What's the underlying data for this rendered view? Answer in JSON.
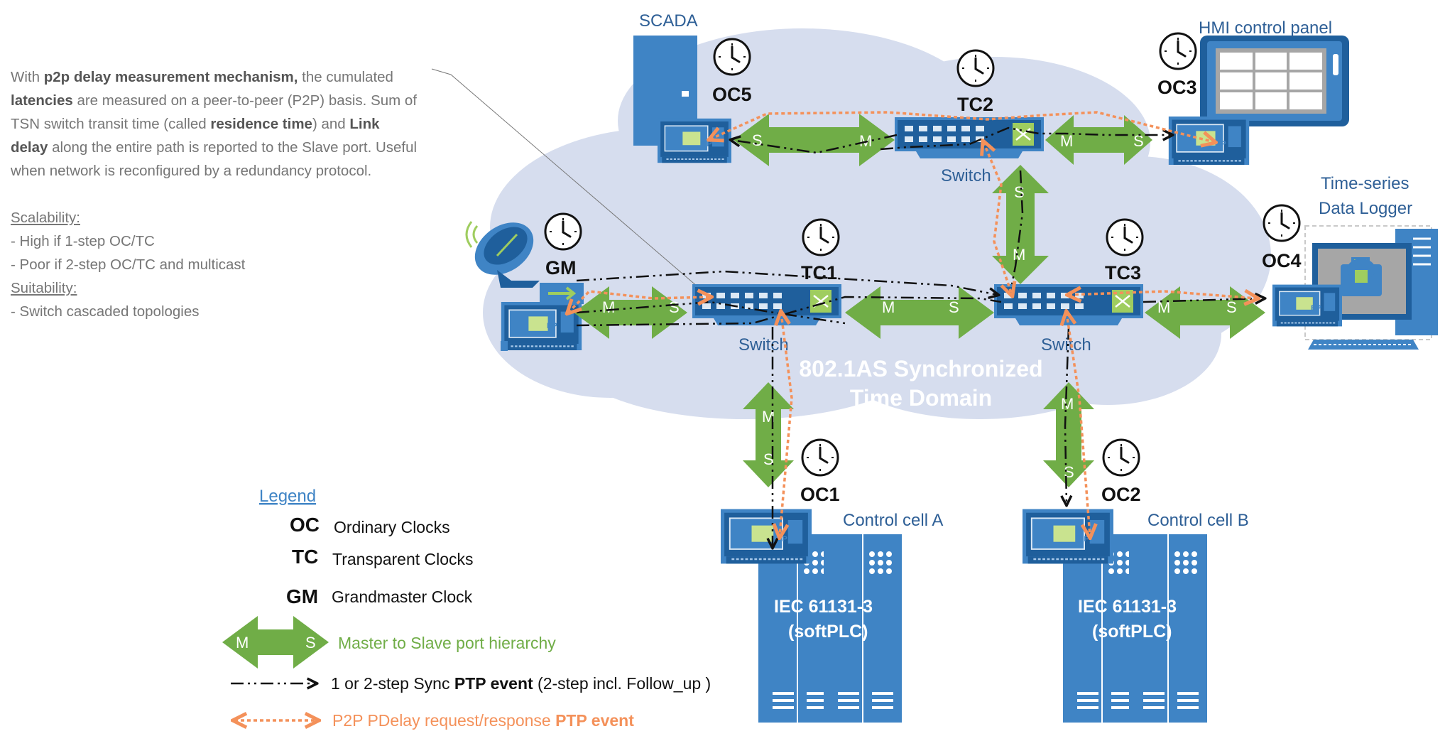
{
  "description": {
    "intro_1": "With ",
    "intro_b1": "p2p delay measurement mechanism,",
    "intro_2": " the cumulated ",
    "intro_b2": "latencies",
    "intro_3": " are measured on a peer-to-peer (P2P) basis. Sum of TSN switch transit time (called ",
    "intro_b3": "residence time",
    "intro_4": ") and ",
    "intro_b4": "Link delay",
    "intro_5": " along the entire path is reported to the Slave port. Useful when network is reconfigured by a redundancy protocol.",
    "scalability_heading": "Scalability:",
    "scalability_items": [
      "- High if 1-step OC/TC",
      "- Poor if 2-step OC/TC and multicast"
    ],
    "suitability_heading": "Suitability:",
    "suitability_items": [
      "- Switch cascaded topologies"
    ]
  },
  "cloud_label": [
    "802.1AS Synchronized",
    "Time Domain"
  ],
  "devices": {
    "scada": "SCADA",
    "hmi": "HMI control panel",
    "logger": [
      "Time-series",
      "Data Logger"
    ],
    "cell_a": "Control cell A",
    "cell_b": "Control cell B",
    "plc": [
      "IEC 61131-3",
      "(softPLC)"
    ],
    "switch": "Switch"
  },
  "clocks": {
    "oc5": "OC5",
    "oc3": "OC3",
    "oc4": "OC4",
    "oc1": "OC1",
    "oc2": "OC2",
    "tc1": "TC1",
    "tc2": "TC2",
    "tc3": "TC3",
    "gm": "GM"
  },
  "ports": {
    "master": "M",
    "slave": "S",
    "chip": "EP"
  },
  "legend": {
    "title": "Legend",
    "oc_abbr": "OC",
    "oc_text": "Ordinary Clocks",
    "tc_abbr": "TC",
    "tc_text": "Transparent Clocks",
    "gm_abbr": "GM",
    "gm_text": "Grandmaster Clock",
    "ms_text": "Master to Slave port hierarchy",
    "sync_pre": "1 or 2-step Sync ",
    "sync_bold": "PTP event",
    "sync_post": " (2-step incl. Follow_up )",
    "pdelay_pre": "P2P PDelay request/response ",
    "pdelay_bold": "PTP event"
  },
  "colors": {
    "device_blue": "#3f84c5",
    "device_dark": "#1f5f9c",
    "cloud": "#d6ddee",
    "master_slave_green": "#70ad47",
    "pdelay_orange": "#f4915a",
    "label_blue": "#2e5f96",
    "card_green": "#c9e38f"
  }
}
